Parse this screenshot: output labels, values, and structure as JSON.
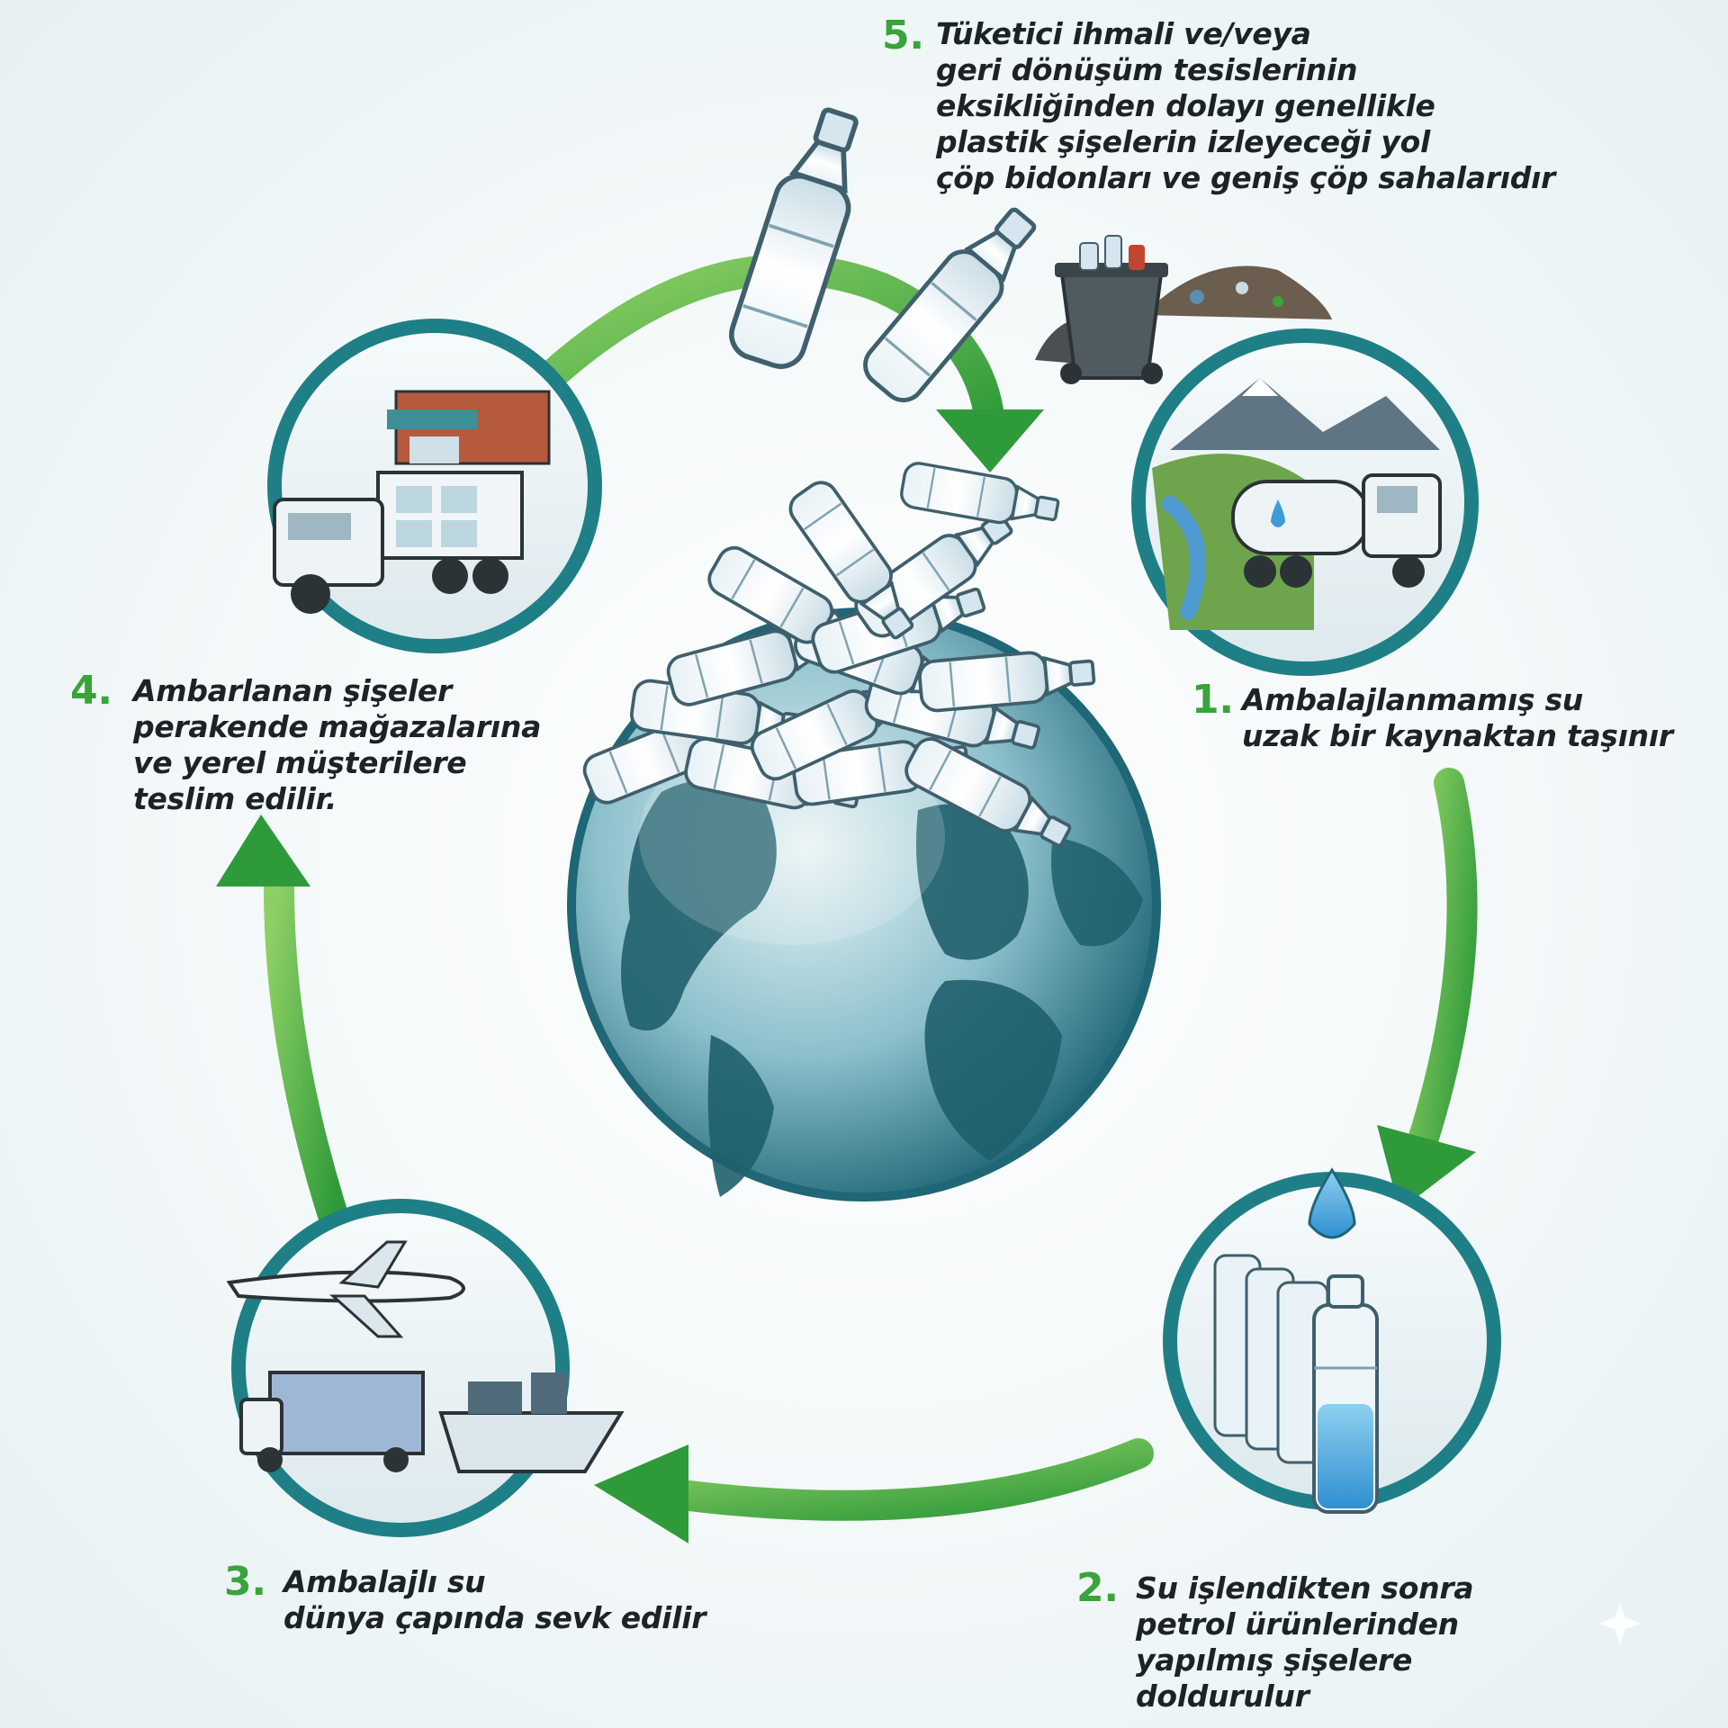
{
  "steps": [
    {
      "number": "1.",
      "lines": [
        "Ambalajlanmamış su",
        "uzak bir kaynaktan taşınır"
      ],
      "icon": "water-source-truck-icon"
    },
    {
      "number": "2.",
      "lines": [
        "Su işlendikten sonra",
        "petrol ürünlerinden",
        "yapılmış şişelere",
        "doldurulur"
      ],
      "icon": "filled-bottles-icon"
    },
    {
      "number": "3.",
      "lines": [
        "Ambalajlı su",
        "dünya çapında sevk edilir"
      ],
      "icon": "shipping-plane-truck-ship-icon"
    },
    {
      "number": "4.",
      "lines": [
        "Ambarlanan şişeler",
        "perakende mağazalarına",
        "ve yerel müşterilere",
        "teslim edilir."
      ],
      "icon": "store-delivery-truck-icon"
    },
    {
      "number": "5.",
      "lines": [
        "Tüketici ihmali ve/veya",
        "geri dönüşüm tesislerinin",
        "eksikliğinden dolayı genellikle",
        "plastik şişelerin izleyeceği yol",
        "çöp bidonları ve geniş çöp sahalarıdır"
      ],
      "icon": "trash-can-landfill-icon"
    }
  ],
  "colors": {
    "arrow_green": "#3fa33f",
    "ring_teal": "#1f7f86",
    "number_green": "#3aa33a",
    "globe_ocean": "#2f7f95",
    "land": "#1f5f6c"
  }
}
